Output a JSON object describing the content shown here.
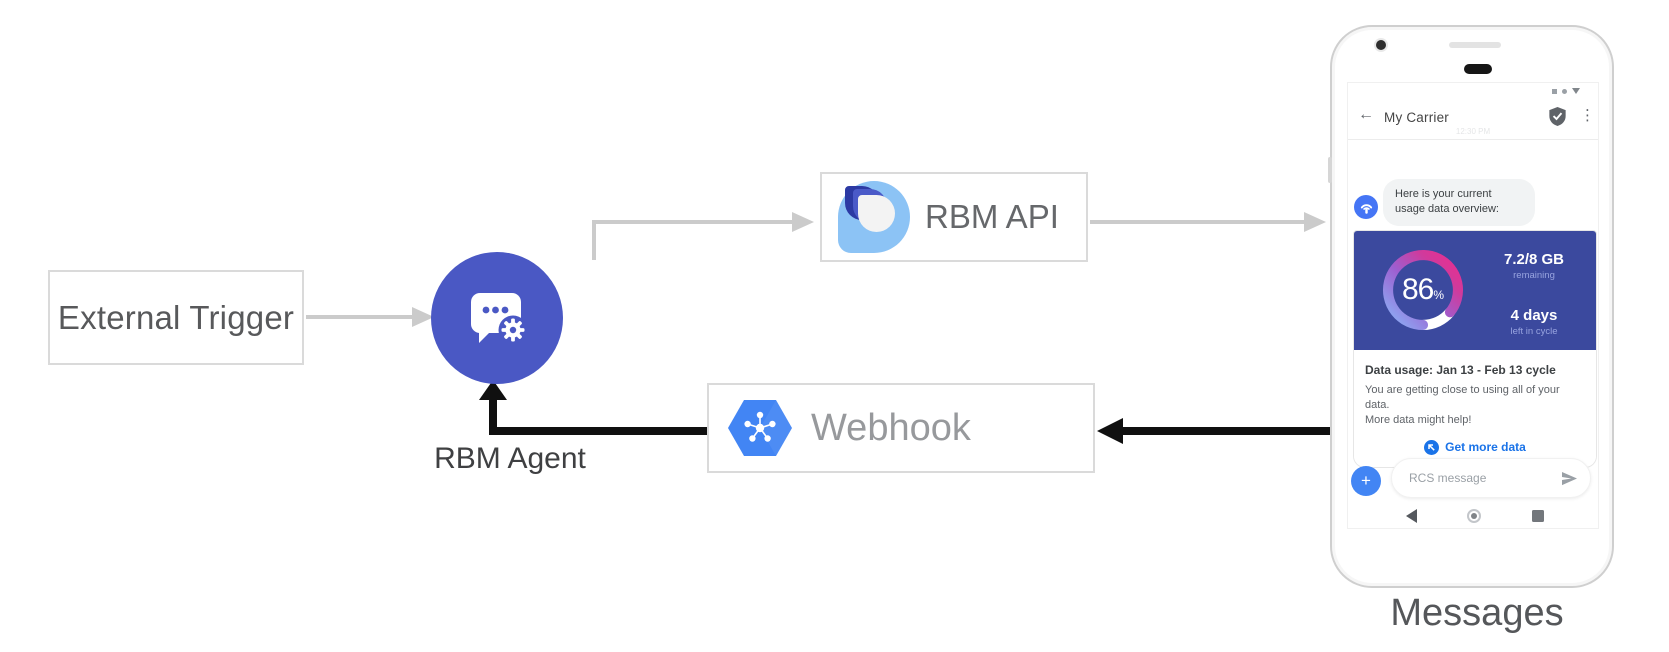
{
  "diagram": {
    "external_trigger": "External Trigger",
    "rbm_agent": "RBM Agent",
    "rbm_api": "RBM API",
    "webhook": "Webhook",
    "messages_caption": "Messages"
  },
  "phone": {
    "header": {
      "back_icon": "←",
      "title": "My Carrier",
      "overflow_icon": "⋮",
      "timestamp": "12:30 PM"
    },
    "conversation": {
      "bubble_text": "Here is your current usage data overview:"
    },
    "usage_card": {
      "gauge_percent": "86",
      "gauge_percent_sign": "%",
      "remaining_value": "7.2/8 GB",
      "remaining_label": "remaining",
      "cycle_value": "4 days",
      "cycle_label": "left in cycle",
      "title": "Data usage: Jan 13 - Feb 13 cycle",
      "body_line_1": "You are getting close to using all of your data.",
      "body_line_2": "More data might help!",
      "action_label": "Get more data"
    },
    "composer": {
      "plus_icon": "+",
      "placeholder": "RCS message"
    }
  },
  "colors": {
    "agent_circle_blue": "#4A58C4",
    "card_blue": "#3B499E",
    "gauge_gradient": [
      "#8AB4F8",
      "#9D5FD0",
      "#EC2D8E"
    ],
    "link_blue": "#1A73E8",
    "compose_blue": "#4285F4",
    "webhook_hexagon_blue": "#4285F4",
    "arrow_gray": "#CBCBCB",
    "arrow_black": "#101010"
  }
}
